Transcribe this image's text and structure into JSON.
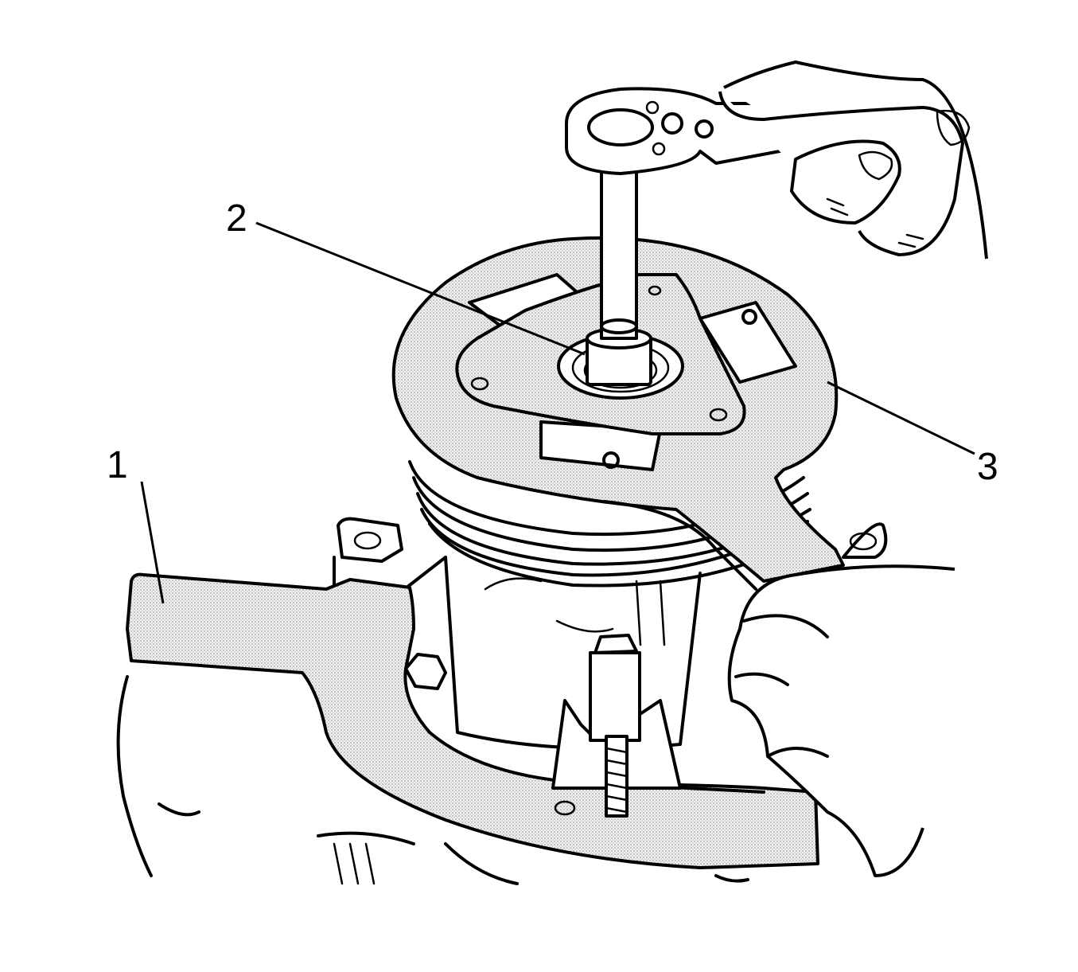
{
  "callouts": [
    {
      "label": "1"
    },
    {
      "label": "2"
    },
    {
      "label": "3"
    }
  ],
  "colors": {
    "ink": "#000000",
    "background": "#ffffff",
    "tool_fill": "#e6e6e6"
  }
}
